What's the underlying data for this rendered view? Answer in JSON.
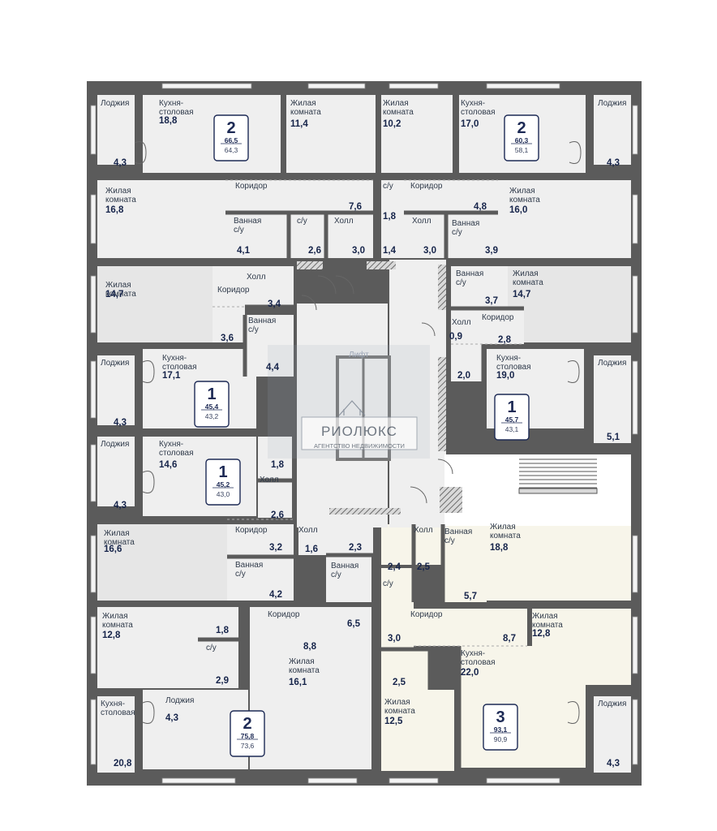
{
  "plan": {
    "lift_label": "Лифт",
    "watermark": {
      "title": "РИОЛЮКС",
      "subtitle": "АГЕНТСТВО НЕДВИЖИМОСТИ"
    },
    "colors": {
      "wall": "#5b5b5b",
      "room": "#efefef",
      "room_alt": "#e6e6e6",
      "highlight": "#f7f5ea",
      "text": "#16244a",
      "hatch": "#7b7b7b"
    },
    "apartments": [
      {
        "rooms": 2,
        "area_total": "66,5",
        "area_living": "64,3"
      },
      {
        "rooms": 2,
        "area_total": "60,3",
        "area_living": "58,1"
      },
      {
        "rooms": 1,
        "area_total": "45,4",
        "area_living": "43,2"
      },
      {
        "rooms": 1,
        "area_total": "45,7",
        "area_living": "43,1"
      },
      {
        "rooms": 1,
        "area_total": "45,2",
        "area_living": "43,0"
      },
      {
        "rooms": 2,
        "area_total": "75,8",
        "area_living": "73,6"
      },
      {
        "rooms": 3,
        "area_total": "93,1",
        "area_living": "90,9"
      }
    ],
    "rooms": [
      {
        "name": [
          "Лоджия"
        ],
        "area": "4,3"
      },
      {
        "name": [
          "Кухня-",
          "столовая"
        ],
        "area": "18,8"
      },
      {
        "name": [
          "Жилая",
          "комната"
        ],
        "area": "11,4"
      },
      {
        "name": [
          "Жилая",
          "комната"
        ],
        "area": "10,2"
      },
      {
        "name": [
          "Кухня-",
          "столовая"
        ],
        "area": "17,0"
      },
      {
        "name": [
          "Лоджия"
        ],
        "area": "4,3"
      },
      {
        "name": [
          "Жилая",
          "комната"
        ],
        "area": "16,8"
      },
      {
        "name": [
          "Коридор"
        ],
        "area": "7,6"
      },
      {
        "name": [
          "Ванная",
          "с/у"
        ],
        "area": "4,1"
      },
      {
        "name": [
          "с/у"
        ],
        "area": "2,6"
      },
      {
        "name": [
          "Холл"
        ],
        "area": "3,0"
      },
      {
        "name": [
          "с/у"
        ],
        "area": "1,8"
      },
      {
        "name": [
          "Коридор"
        ],
        "area": "4,8"
      },
      {
        "name": [
          "Жилая",
          "комната"
        ],
        "area": "16,0"
      },
      {
        "name": [],
        "area": "1,4"
      },
      {
        "name": [
          "Холл"
        ],
        "area": "3,0"
      },
      {
        "name": [
          "Ванная",
          "с/у"
        ],
        "area": "3,9"
      },
      {
        "name": [
          "Жилая",
          "комната"
        ],
        "area": "14,7"
      },
      {
        "name": [
          "Коридор"
        ],
        "area": "3,6"
      },
      {
        "name": [
          "Холл"
        ],
        "area": "3,4"
      },
      {
        "name": [
          "Ванная",
          "с/у"
        ],
        "area": "4,4"
      },
      {
        "name": [
          "Ванная",
          "с/у"
        ],
        "area": "3,7"
      },
      {
        "name": [
          "Жилая",
          "комната"
        ],
        "area": "14,7"
      },
      {
        "name": [
          "Коридор"
        ],
        "area": "2,8"
      },
      {
        "name": [
          "Холл"
        ],
        "area": "0,9"
      },
      {
        "name": [],
        "area": "2,0"
      },
      {
        "name": [
          "Кухня-",
          "столовая"
        ],
        "area": "19,0"
      },
      {
        "name": [
          "Лоджия"
        ],
        "area": "5,1"
      },
      {
        "name": [
          "Лоджия"
        ],
        "area": "4,3"
      },
      {
        "name": [
          "Кухня-",
          "столовая"
        ],
        "area": "17,1"
      },
      {
        "name": [
          "Лоджия"
        ],
        "area": "4,3"
      },
      {
        "name": [
          "Кухня-",
          "столовая"
        ],
        "area": "14,6"
      },
      {
        "name": [],
        "area": "1,8"
      },
      {
        "name": [
          "Холл"
        ],
        "area": "2,6"
      },
      {
        "name": [
          "Жилая",
          "комната"
        ],
        "area": "16,6"
      },
      {
        "name": [
          "Коридор"
        ],
        "area": "3,2"
      },
      {
        "name": [
          "Ванная",
          "с/у"
        ],
        "area": "4,2"
      },
      {
        "name": [
          "Холл"
        ],
        "area": "1,6"
      },
      {
        "name": [],
        "area": "2,3"
      },
      {
        "name": [
          "Ванная",
          "с/у"
        ],
        "area": "6,5"
      },
      {
        "name": [
          "Коридор"
        ],
        "area": "8,8"
      },
      {
        "name": [],
        "area": "2,4"
      },
      {
        "name": [
          "Холл"
        ],
        "area": "2,5"
      },
      {
        "name": [
          "Ванная",
          "с/у"
        ],
        "area": "5,7"
      },
      {
        "name": [
          "Жилая",
          "комната"
        ],
        "area": "18,8"
      },
      {
        "name": [
          "с/у"
        ],
        "area": "3,0"
      },
      {
        "name": [
          "Коридор"
        ],
        "area": "8,7"
      },
      {
        "name": [
          "Жилая",
          "комната"
        ],
        "area": "12,8"
      },
      {
        "name": [
          "Жилая",
          "комната"
        ],
        "area": "12,8"
      },
      {
        "name": [],
        "area": "1,8"
      },
      {
        "name": [
          "с/у"
        ],
        "area": "2,9"
      },
      {
        "name": [
          "Жилая",
          "комната"
        ],
        "area": "16,1"
      },
      {
        "name": [],
        "area": "2,5"
      },
      {
        "name": [
          "Кухня-",
          "столовая"
        ],
        "area": "22,0"
      },
      {
        "name": [
          "Жилая",
          "комната"
        ],
        "area": "12,5"
      },
      {
        "name": [
          "Лоджия"
        ],
        "area": "4,3"
      },
      {
        "name": [
          "Кухня-",
          "столовая"
        ],
        "area": "20,8"
      },
      {
        "name": [
          "Лоджия"
        ],
        "area": "4,3"
      }
    ]
  }
}
